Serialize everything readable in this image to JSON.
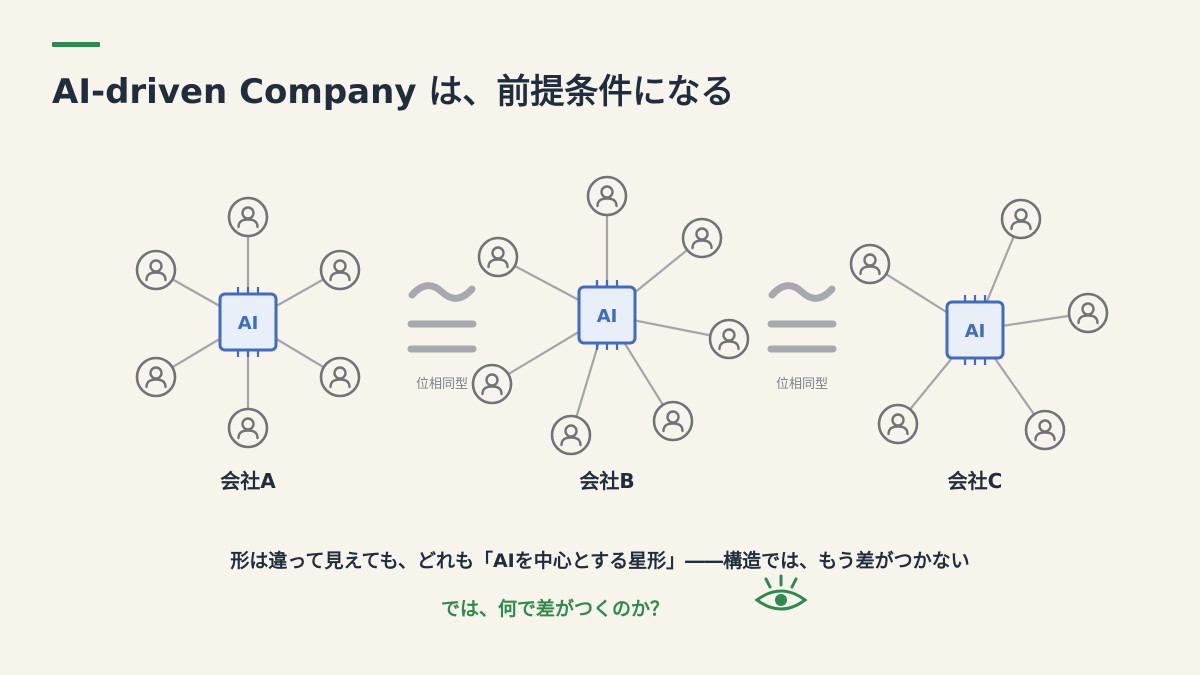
{
  "slide": {
    "title": "AI-driven Company は、前提条件になる",
    "statement": "形は違って見えても、どれも「AIを中心とする星形」――構造では、もう差がつかない",
    "question": "では、何で差がつくのか？"
  },
  "companies": [
    {
      "label": "会社A",
      "hub_label": "AI",
      "person_count": 6
    },
    {
      "label": "会社B",
      "hub_label": "AI",
      "person_count": 7
    },
    {
      "label": "会社C",
      "hub_label": "AI",
      "person_count": 5
    }
  ],
  "isomorphism": {
    "symbol": "≅",
    "label": "位相同型"
  },
  "icons": {
    "person": "person-icon",
    "chip": "ai-chip-icon",
    "eye": "eye-icon",
    "congruence": "congruence-icon"
  },
  "colors": {
    "background": "#f7f4ec",
    "text": "#1f2d3d",
    "accent_green": "#2e8b4e",
    "chip_blue": "#3c6cc4",
    "chip_fill": "#e9eff9",
    "node_gray": "#707478",
    "edge_gray": "#a2a6aa",
    "symbol_gray": "#a6a9ad"
  }
}
